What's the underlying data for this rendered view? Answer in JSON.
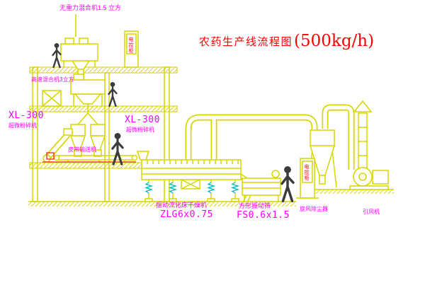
{
  "diagram": {
    "title": "农药生产线流程图",
    "capacity": "(500kg/h)"
  },
  "labels": {
    "gravity_mixer": "无重力混合机1.5 立方",
    "high_speed_mixer": "高速混合机3立方",
    "left_mill_model": "XL-300",
    "left_mill_name": "超微粉碎机",
    "center_mill_model": "XL-300",
    "center_mill_name": "超微粉碎机",
    "belt_conveyor": "皮带输送机",
    "dryer_name": "振动流化床干燥机",
    "dryer_model": "ZLG6x0.75",
    "sieve_name": "方形振动筛",
    "sieve_model": "FS0.6x1.5",
    "cyclone_name": "旋风除尘器",
    "fan_name": "引风机",
    "cabinet_top": "电控柜",
    "cabinet_right": "电控柜"
  },
  "colors": {
    "machine_line_yellow": "#d6d600",
    "label_magenta": "#ff00ff",
    "title_red": "#ff0000",
    "figure_dark": "#3c3c3c",
    "spring_cyan": "#00b8b8",
    "conveyor_red": "#ff2020",
    "background": "#ffffff"
  }
}
